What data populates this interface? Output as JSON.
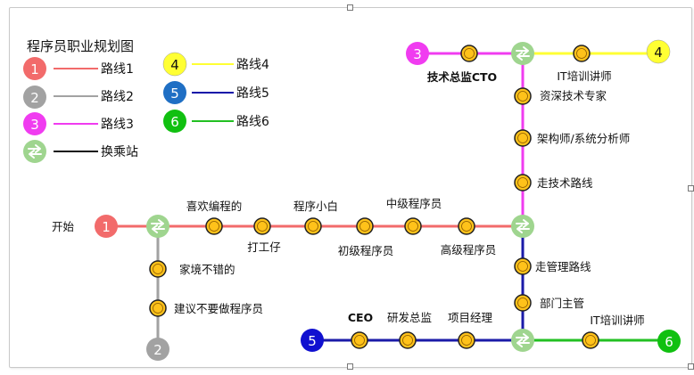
{
  "legend": {
    "title": "程序员职业规划图",
    "items": [
      {
        "badge": "1",
        "label": "路线1",
        "color": "#f26b6b",
        "text_color": "#ffffff"
      },
      {
        "badge": "2",
        "label": "路线2",
        "color": "#a2a2a2",
        "text_color": "#ffffff"
      },
      {
        "badge": "3",
        "label": "路线3",
        "color": "#f03cf0",
        "text_color": "#ffffff"
      },
      {
        "badge": "",
        "label": "换乘站",
        "color": "#9fd58f",
        "line_color": "#111111",
        "transfer": true
      },
      {
        "badge": "4",
        "label": "路线4",
        "color": "#ffff33",
        "text_color": "#111111"
      },
      {
        "badge": "5",
        "label": "路线5",
        "color": "#1f6fc4",
        "text_color": "#ffffff",
        "line_color": "#1010a8"
      },
      {
        "badge": "6",
        "label": "路线6",
        "color": "#11c011",
        "text_color": "#ffffff",
        "line_color": "#22c022"
      }
    ]
  },
  "routes": {
    "r1": {
      "badge": "1",
      "color": "#f26b6b"
    },
    "r2": {
      "badge": "2",
      "color": "#a2a2a2"
    },
    "r3": {
      "badge": "3",
      "color": "#f03cf0"
    },
    "r4": {
      "badge": "4",
      "color": "#ffff33"
    },
    "r5": {
      "badge": "5",
      "color": "#1010d0",
      "line_color": "#1a1aa8"
    },
    "r6": {
      "badge": "6",
      "color": "#11c011",
      "line_color": "#22c022"
    }
  },
  "stations": {
    "start": "开始",
    "s1": "喜欢编程的",
    "s2": "打工仔",
    "s3": "程序小白",
    "s4": "初级程序员",
    "s5": "中级程序员",
    "s6": "高级程序员",
    "family": "家境不错的",
    "not_recommended": "建议不要做程序员",
    "tech_route": "走技术路线",
    "architect": "架构师/系统分析师",
    "expert": "资深技术专家",
    "cto": "技术总监CTO",
    "it_trainer_top": "IT培训讲师",
    "mgmt_route": "走管理路线",
    "dept_head": "部门主管",
    "pm": "项目经理",
    "rd_director": "研发总监",
    "ceo": "CEO",
    "it_trainer_bottom": "IT培训讲师"
  },
  "colors": {
    "station_fill": "#ffc21a",
    "station_stroke": "#222222",
    "transfer_fill": "#9fd58f"
  }
}
